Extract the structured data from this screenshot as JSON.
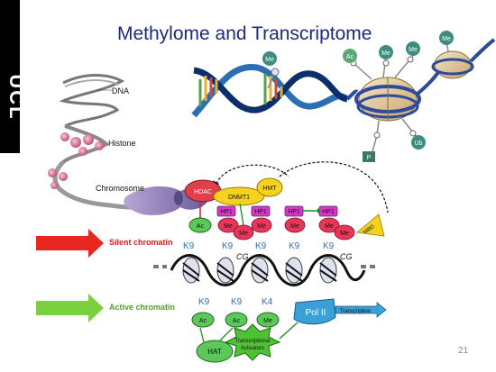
{
  "slide": {
    "title": "Methylome and Transcriptome",
    "logo_text": "UCL",
    "slide_number": "21"
  },
  "left_panel": {
    "dna_label": "DNA",
    "histone_label": "Histone",
    "chromosome_label": "Chromosome"
  },
  "top_right": {
    "marks": [
      "Me",
      "Ac",
      "Me",
      "Me",
      "Me",
      "Ub",
      "P"
    ]
  },
  "mechanism": {
    "hdac": "HDAC",
    "dnmt1": "DNMT1",
    "hmt": "HMT",
    "hp1": "HP1",
    "me": "Me",
    "ac": "Ac",
    "mbd": "MBD",
    "k9": "K9",
    "k4": "K4",
    "cg": "CG",
    "silent_label": "Silent chromatin",
    "active_label": "Active chromatin",
    "pol2": "Pol II",
    "transcription": "Transcription",
    "hat": "HAT",
    "activators_line1": "Transcriptional",
    "activators_line2": "Activators"
  },
  "colors": {
    "title": "#1f2a78",
    "silent_arrow": "#e8281f",
    "active_arrow": "#7ccf3e",
    "silent_text": "#d42020",
    "active_text": "#4aa820",
    "hp1": "#d838c8",
    "me_pink": "#e8365a",
    "dnmt1_yellow": "#f5d21c",
    "hdac_red": "#e0404a",
    "ac_green": "#5cc85a",
    "pol2_blue": "#3aa0d8"
  }
}
